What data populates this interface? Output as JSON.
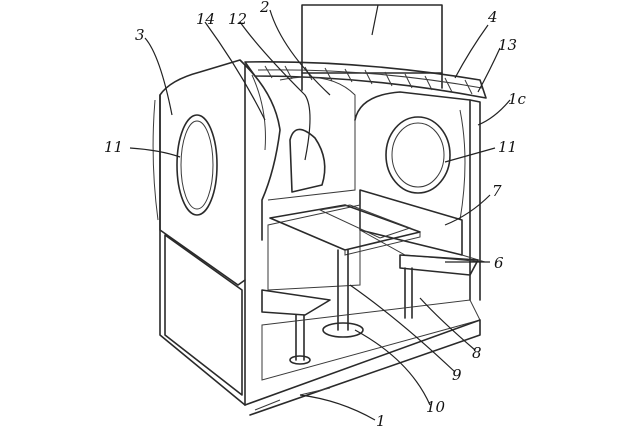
{
  "labels": {
    "l1": "1",
    "l2": "2",
    "l3": "3",
    "l4": "4",
    "l6": "6",
    "l7": "7",
    "l8": "8",
    "l9": "9",
    "l10": "10",
    "l11a": "11",
    "l11b": "11",
    "l12": "12",
    "l13": "13",
    "l14": "14",
    "l1c": "1c"
  }
}
